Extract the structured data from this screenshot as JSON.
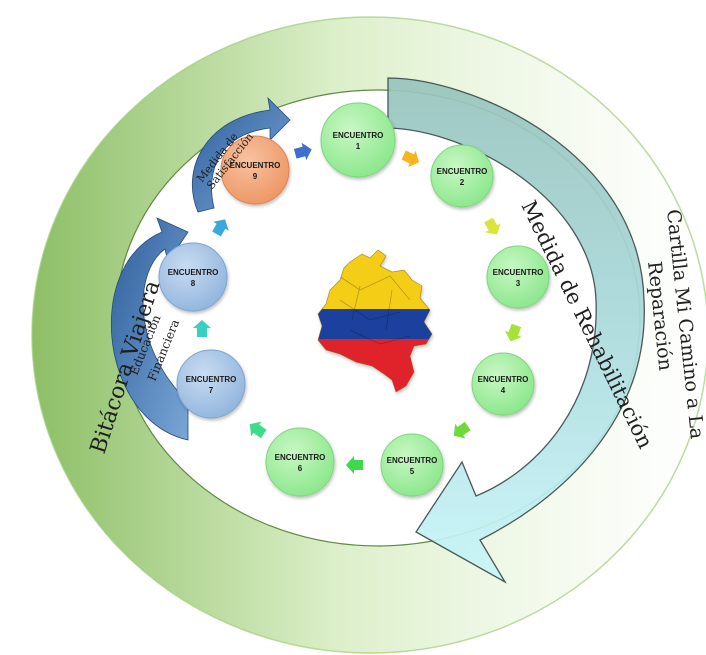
{
  "colors": {
    "outer_ring": "#b9dca0",
    "outer_ring_dark": "#8fc06a",
    "big_arrow_fill": "#bfeff4",
    "big_arrow_top": "#9cc6c0",
    "small_arrow_blue": "#3b6ea8",
    "circle_green": "#a3f0a3",
    "circle_blue": "#a9c6e6",
    "circle_orange": "#f2a77c",
    "flag_yellow": "#f7d31a",
    "flag_blue": "#1d3f9e",
    "flag_red": "#e0222b"
  },
  "labels": {
    "outer": "Bitácora Viajera",
    "rehab": "Medida de Rehabilitación",
    "cartilla_line1": "Cartilla Mi Camino a La",
    "cartilla_line2": "Reparación",
    "edu_line1": "Educación",
    "edu_line2": "Financiera",
    "sat_line1": "Medida de",
    "sat_line2": "Satisfacción"
  },
  "encounters": [
    {
      "label": "ENCUENTRO",
      "num": "1",
      "color": "green"
    },
    {
      "label": "ENCUENTRO",
      "num": "2",
      "color": "green"
    },
    {
      "label": "ENCUENTRO",
      "num": "3",
      "color": "green"
    },
    {
      "label": "ENCUENTRO",
      "num": "4",
      "color": "green"
    },
    {
      "label": "ENCUENTRO",
      "num": "5",
      "color": "green"
    },
    {
      "label": "ENCUENTRO",
      "num": "6",
      "color": "green"
    },
    {
      "label": "ENCUENTRO",
      "num": "7",
      "color": "blue"
    },
    {
      "label": "ENCUENTRO",
      "num": "8",
      "color": "blue"
    },
    {
      "label": "ENCUENTRO",
      "num": "9",
      "color": "orange"
    }
  ],
  "icons": {
    "map": "colombia-flag-map",
    "connector": "chevron-arrow-icon"
  }
}
